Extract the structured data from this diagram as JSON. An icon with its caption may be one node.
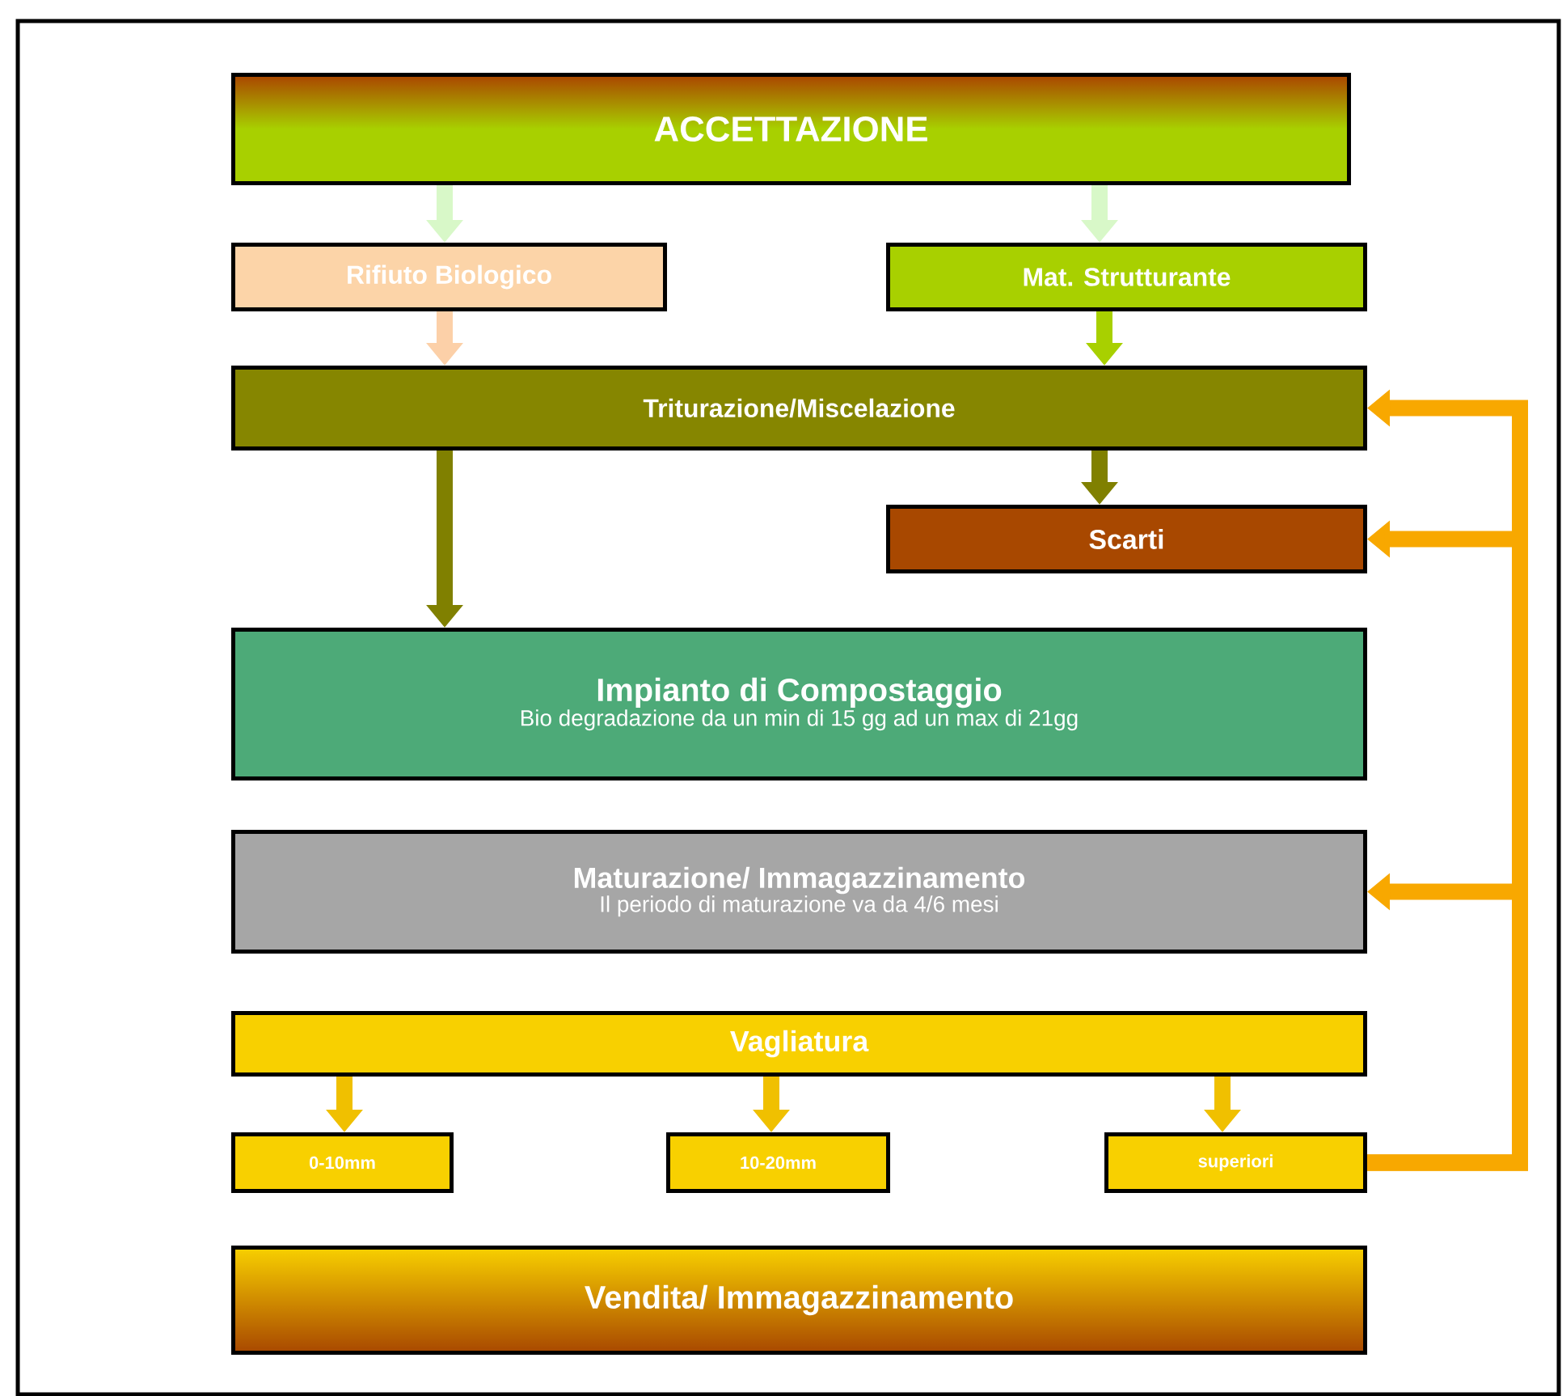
{
  "diagram": {
    "nodes": [
      {
        "text": [
          "ACCETTAZIONE"
        ]
      },
      {
        "text": [
          "Rifiuto Biologico"
        ]
      },
      {
        "text": [
          "Mat. Strutturante"
        ]
      },
      {
        "text": [
          "Triturazione/Miscelazione"
        ]
      },
      {
        "text": [
          "Scarti"
        ]
      },
      {
        "text": [
          "Impianto di Compostaggio",
          "Bio degradazione da un min di 15 gg ad un max di 21gg"
        ]
      },
      {
        "text": [
          "Maturazione/ Immagazzinamento",
          "Il periodo di maturazione va da 4/6 mesi"
        ]
      },
      {
        "text": [
          "Vagliatura"
        ]
      },
      {
        "text": [
          "0-10mm"
        ]
      },
      {
        "text": [
          "10-20mm"
        ]
      },
      {
        "text": [
          "superiori"
        ]
      },
      {
        "text": [
          "Vendita/ Immagazzinamento"
        ]
      }
    ],
    "edges": [
      {
        "from": 0,
        "to": 1,
        "arrow": "to",
        "color": "#d8f8c8"
      },
      {
        "from": 0,
        "to": 2,
        "arrow": "to",
        "color": "#d8f8c8"
      },
      {
        "from": 1,
        "to": 3,
        "arrow": "to",
        "color": "#fcd0a8"
      },
      {
        "from": 2,
        "to": 3,
        "arrow": "to",
        "color": "#a8d000"
      },
      {
        "from": 3,
        "to": 4,
        "arrow": "to",
        "color": "#808000"
      },
      {
        "from": 3,
        "to": 5,
        "arrow": "to",
        "color": "#808000"
      },
      {
        "from": 7,
        "to": 8,
        "arrow": "to",
        "color": "#f0c000"
      },
      {
        "from": 7,
        "to": 9,
        "arrow": "to",
        "color": "#f0c000"
      },
      {
        "from": 7,
        "to": 10,
        "arrow": "to",
        "color": "#f0c000"
      },
      {
        "from": 10,
        "to": 3,
        "arrow": "to",
        "color": "#f8a800"
      },
      {
        "from": 10,
        "to": 4,
        "arrow": "to",
        "color": "#f8a800"
      },
      {
        "from": 10,
        "to": 6,
        "arrow": "to",
        "color": "#f8a800"
      }
    ]
  }
}
